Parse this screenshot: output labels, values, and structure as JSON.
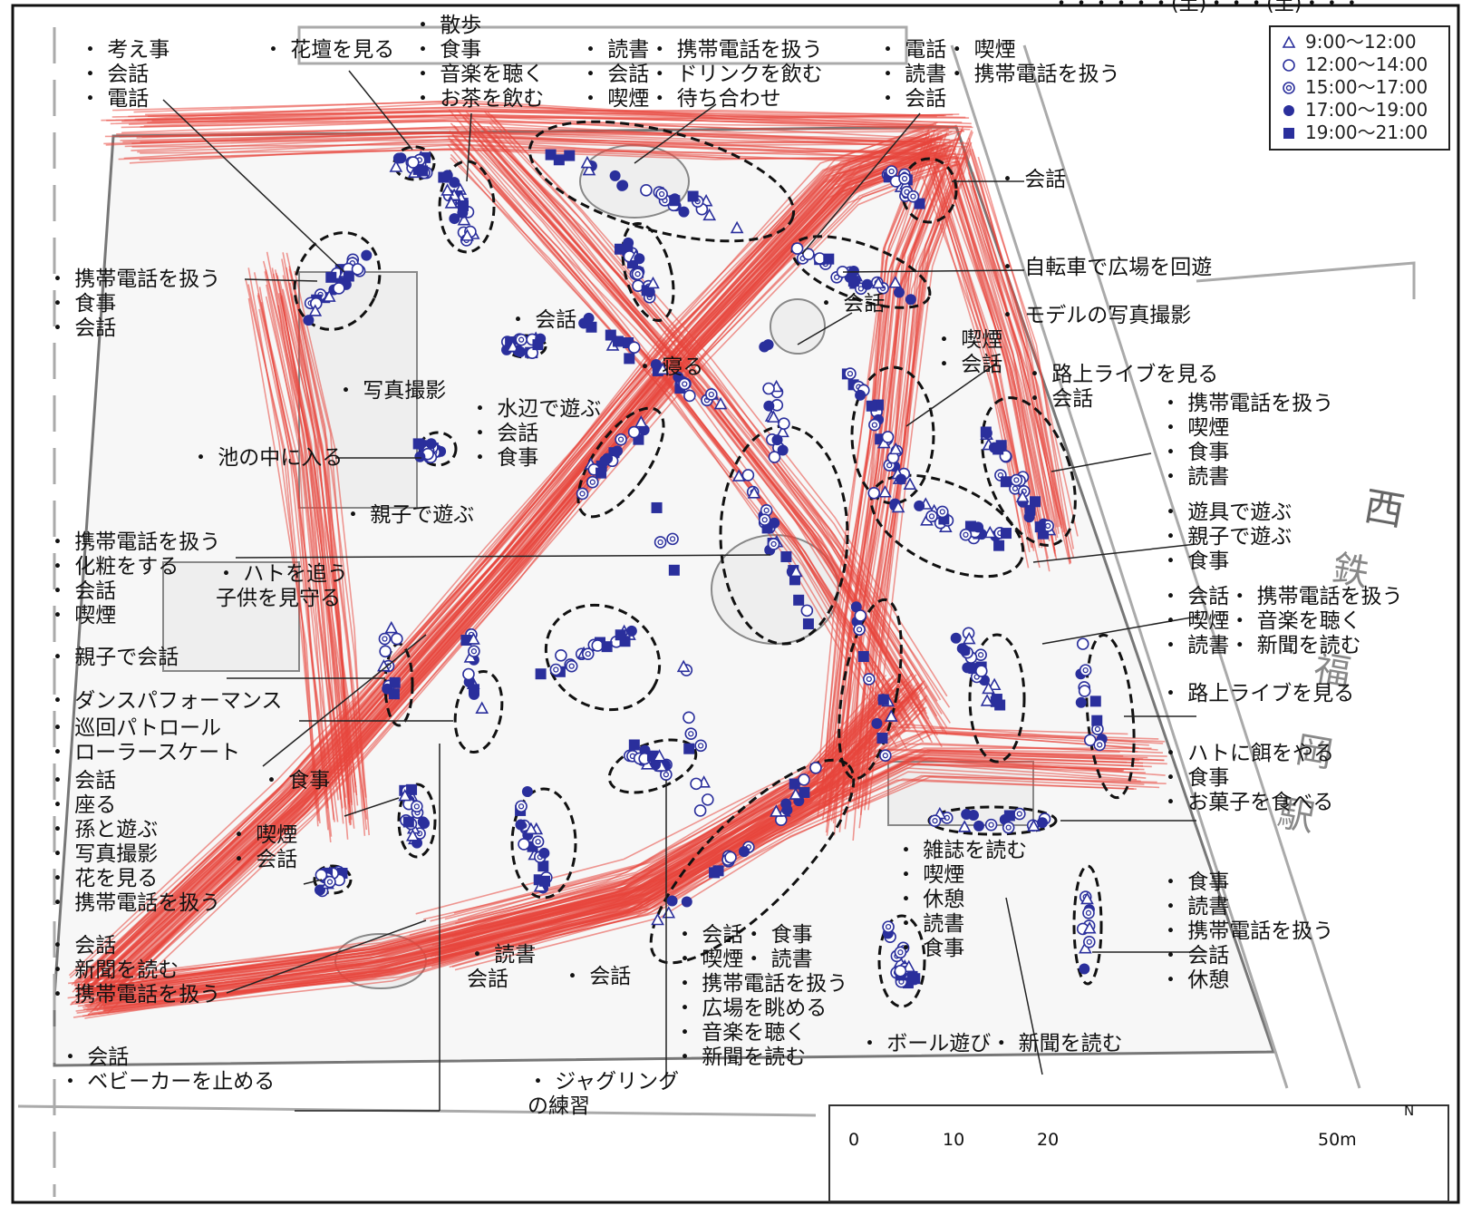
{
  "header_caption": "・・・・・・(土)・・・(土)・・・",
  "legend": [
    {
      "symbol": "triangle-open",
      "label": "9:00〜12:00"
    },
    {
      "symbol": "circle-open",
      "label": "12:00〜14:00"
    },
    {
      "symbol": "circle-double",
      "label": "15:00〜17:00"
    },
    {
      "symbol": "circle-filled",
      "label": "17:00〜19:00"
    },
    {
      "symbol": "square-filled",
      "label": "19:00〜21:00"
    }
  ],
  "colors": {
    "track": "#e8453c",
    "marker": "#2a2f9c",
    "ink": "#111111",
    "paper": "#ffffff",
    "basemap": "#9a9a9a"
  },
  "scale": {
    "ticks": [
      "0",
      "10",
      "20",
      "50m"
    ],
    "north": "N"
  },
  "side_text": {
    "station": "西",
    "station2": "鉄",
    "station3": "福",
    "station4": "岡",
    "station5": "駅"
  },
  "annotations": [
    {
      "id": "a1",
      "lines": [
        "・ 考え事",
        "・ 会話",
        "・ 電話"
      ]
    },
    {
      "id": "a2",
      "lines": [
        "・ 花壇を見る"
      ]
    },
    {
      "id": "a3",
      "lines": [
        "・ 散歩",
        "・ 食事",
        "・ 音楽を聴く",
        "・ お茶を飲む"
      ]
    },
    {
      "id": "a4",
      "lines": [
        "・ 読書・ 携帯電話を扱う",
        "・ 会話・ ドリンクを飲む",
        "・ 喫煙・ 待ち合わせ"
      ]
    },
    {
      "id": "a5",
      "lines": [
        "・ 電話・ 喫煙",
        "・ 読書・ 携帯電話を扱う",
        "・ 会話"
      ]
    },
    {
      "id": "a6",
      "lines": [
        "・ 会話"
      ]
    },
    {
      "id": "a7",
      "lines": [
        "・ 自転車で広場を回遊"
      ]
    },
    {
      "id": "a8",
      "lines": [
        "・ モデルの写真撮影"
      ]
    },
    {
      "id": "a9",
      "lines": [
        "・ 携帯電話を扱う",
        "・ 食事",
        "・ 会話"
      ]
    },
    {
      "id": "a10",
      "lines": [
        "・ 会話"
      ]
    },
    {
      "id": "a11",
      "lines": [
        "・ 会話"
      ]
    },
    {
      "id": "a12",
      "lines": [
        "・ 写真撮影"
      ]
    },
    {
      "id": "a13",
      "lines": [
        "・ 寝る"
      ]
    },
    {
      "id": "a14",
      "lines": [
        "・ 喫煙",
        "・ 会話"
      ]
    },
    {
      "id": "a15",
      "lines": [
        "・ 路上ライブを見る",
        "・ 会話"
      ]
    },
    {
      "id": "a16",
      "lines": [
        "・ 水辺で遊ぶ",
        "・ 会話",
        "・ 食事"
      ]
    },
    {
      "id": "a17",
      "lines": [
        "・ 携帯電話を扱う",
        "・ 喫煙",
        "・ 食事",
        "・ 読書"
      ]
    },
    {
      "id": "a18",
      "lines": [
        "・ 池の中に入る"
      ]
    },
    {
      "id": "a19",
      "lines": [
        "・ 親子で遊ぶ"
      ]
    },
    {
      "id": "a20",
      "lines": [
        "・ 遊具で遊ぶ",
        "・ 親子で遊ぶ",
        "・ 食事"
      ]
    },
    {
      "id": "a21",
      "lines": [
        "・ 携帯電話を扱う",
        "・ 化粧をする",
        "・ 会話",
        "・ 喫煙"
      ]
    },
    {
      "id": "a22",
      "lines": [
        "・ ハトを追う",
        "子供を見守る"
      ]
    },
    {
      "id": "a23",
      "lines": [
        "・ 会話・ 携帯電話を扱う",
        "・ 喫煙・ 音楽を聴く",
        "・ 読書・ 新聞を読む"
      ]
    },
    {
      "id": "a24",
      "lines": [
        "・ 親子で会話"
      ]
    },
    {
      "id": "a25",
      "lines": [
        "・ ダンスパフォーマンス"
      ]
    },
    {
      "id": "a26",
      "lines": [
        "・ 路上ライブを見る"
      ]
    },
    {
      "id": "a27",
      "lines": [
        "・ 巡回パトロール",
        "・ ローラースケート"
      ]
    },
    {
      "id": "a28",
      "lines": [
        "・ ハトに餌をやる",
        "・ 食事",
        "・ お菓子を食べる"
      ]
    },
    {
      "id": "a29",
      "lines": [
        "・ 会話",
        "・ 座る",
        "・ 孫と遊ぶ",
        "・ 写真撮影",
        "・ 花を見る",
        "・ 携帯電話を扱う"
      ]
    },
    {
      "id": "a30",
      "lines": [
        "・ 食事"
      ]
    },
    {
      "id": "a31",
      "lines": [
        "・ 喫煙",
        "・ 会話"
      ]
    },
    {
      "id": "a32",
      "lines": [
        "・ 雑誌を読む",
        "・ 喫煙",
        "・ 休憩",
        "・ 読書",
        "・ 食事"
      ]
    },
    {
      "id": "a33",
      "lines": [
        "・ 食事",
        "・ 読書",
        "・ 携帯電話を扱う",
        "・ 会話",
        "・ 休憩"
      ]
    },
    {
      "id": "a34",
      "lines": [
        "・ 会話",
        "・ 新聞を読む",
        "・ 携帯電話を扱う"
      ]
    },
    {
      "id": "a35",
      "lines": [
        "・ 読書",
        "会話"
      ]
    },
    {
      "id": "a36",
      "lines": [
        "・ 会話"
      ]
    },
    {
      "id": "a37",
      "lines": [
        "・ 会話・ 食事",
        "・ 喫煙・ 読書",
        "・ 携帯電話を扱う",
        "・ 広場を眺める",
        "・ 音楽を聴く",
        "・ 新聞を読む"
      ]
    },
    {
      "id": "a38",
      "lines": [
        "・ ボール遊び・ 新聞を読む"
      ]
    },
    {
      "id": "a39",
      "lines": [
        "・ 会話",
        "・ ベビーカーを止める"
      ]
    },
    {
      "id": "a40",
      "lines": [
        "・ ジャグリング",
        "の練習"
      ]
    }
  ]
}
